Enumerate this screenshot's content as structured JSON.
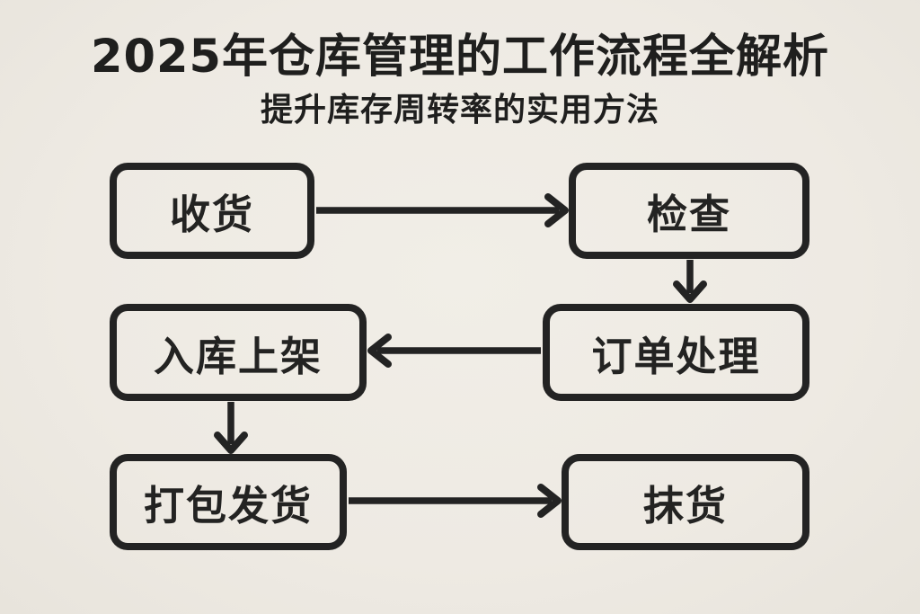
{
  "page": {
    "title": "2025年仓库管理的工作流程全解析",
    "subtitle": "提升库存周转率的实用方法"
  },
  "colors": {
    "background": "#EEEAE3",
    "ink": "#232323"
  },
  "flowchart": {
    "nodes": [
      {
        "id": "receiving",
        "label": "收货"
      },
      {
        "id": "inspection",
        "label": "检查"
      },
      {
        "id": "putaway",
        "label": "入库上架"
      },
      {
        "id": "order-processing",
        "label": "订单处理"
      },
      {
        "id": "pack-ship",
        "label": "打包发货"
      },
      {
        "id": "picking",
        "label": "抹货"
      }
    ],
    "edges": [
      {
        "from": "收货",
        "to": "检查",
        "direction": "right"
      },
      {
        "from": "检查",
        "to": "订单处理",
        "direction": "down"
      },
      {
        "from": "订单处理",
        "to": "入库上架",
        "direction": "left"
      },
      {
        "from": "入库上架",
        "to": "打包发货",
        "direction": "down"
      },
      {
        "from": "打包发货",
        "to": "抹货",
        "direction": "right"
      }
    ]
  }
}
